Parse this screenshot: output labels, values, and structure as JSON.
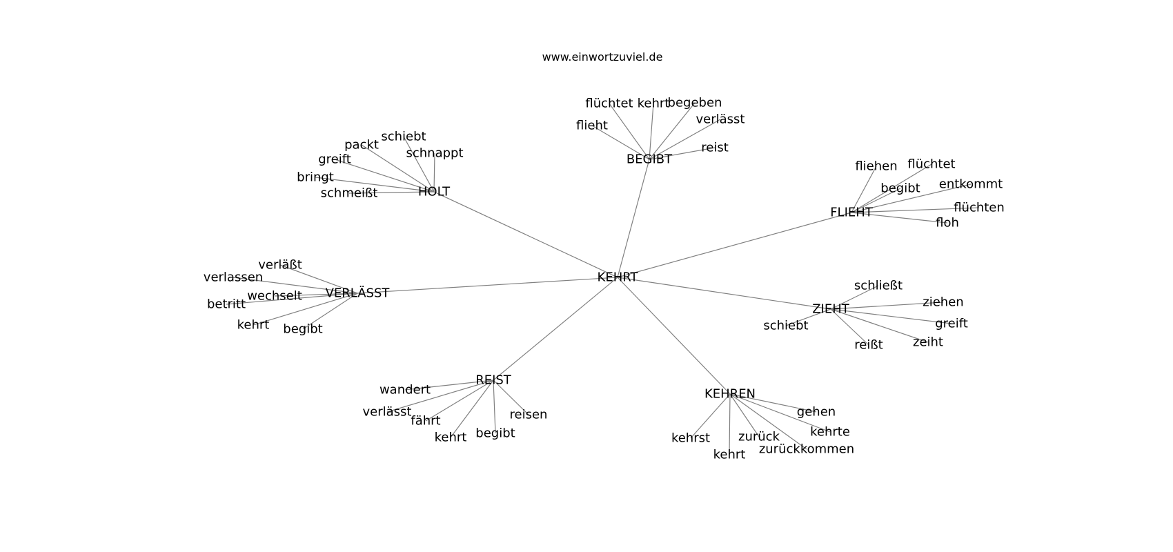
{
  "header": {
    "site": "www.einwortzuviel.de"
  },
  "graph": {
    "root": "KEHRT",
    "groups": [
      {
        "hub": "BEGIBT",
        "leaves": [
          "flüchtet",
          "kehrt",
          "begeben",
          "flieht",
          "verlässt",
          "reist"
        ]
      },
      {
        "hub": "HOLT",
        "leaves": [
          "schiebt",
          "packt",
          "schnappt",
          "greift",
          "bringt",
          "schmeißt"
        ]
      },
      {
        "hub": "FLIEHT",
        "leaves": [
          "fliehen",
          "flüchtet",
          "begibt",
          "entkommt",
          "flüchten",
          "floh"
        ]
      },
      {
        "hub": "VERLÄSST",
        "leaves": [
          "verläßt",
          "verlassen",
          "wechselt",
          "betritt",
          "kehrt",
          "begibt"
        ]
      },
      {
        "hub": "ZIEHT",
        "leaves": [
          "schließt",
          "ziehen",
          "schiebt",
          "greift",
          "reißt",
          "zeiht"
        ]
      },
      {
        "hub": "REIST",
        "leaves": [
          "wandert",
          "verlässt",
          "fährt",
          "reisen",
          "kehrt",
          "begibt"
        ]
      },
      {
        "hub": "KEHREN",
        "leaves": [
          "gehen",
          "kehrte",
          "kehrst",
          "zurück",
          "zurückkommen",
          "kehrt"
        ]
      }
    ]
  }
}
